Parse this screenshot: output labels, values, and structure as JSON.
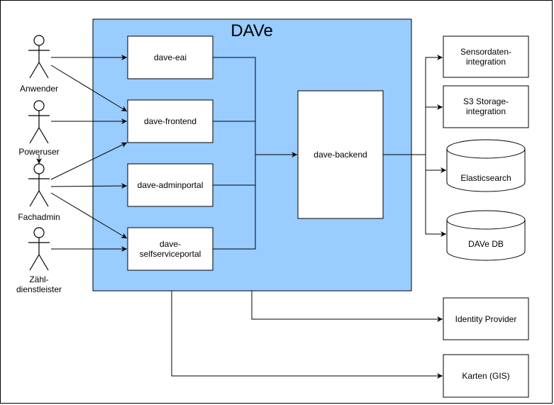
{
  "container": {
    "title": "DAVe",
    "fill": "#99ccff"
  },
  "actors": {
    "anwender": [
      "Anwender"
    ],
    "poweruser": [
      "Poweruser"
    ],
    "fachadmin": [
      "Fachadmin"
    ],
    "zaehl": [
      "Zähl-",
      "dienstleister"
    ]
  },
  "components": {
    "eai": [
      "dave-eai"
    ],
    "frontend": [
      "dave-frontend"
    ],
    "adminportal": [
      "dave-adminportal"
    ],
    "selfservice": [
      "dave-",
      "selfserviceportal"
    ],
    "backend": [
      "dave-backend"
    ]
  },
  "external": {
    "sensordaten": [
      "Sensordaten-",
      "integration"
    ],
    "s3": [
      "S3 Storage-",
      "integration"
    ],
    "elastic": [
      "Elasticsearch"
    ],
    "davedb": [
      "DAVe DB"
    ],
    "idp": [
      "Identity Provider"
    ],
    "karten": [
      "Karten (GIS)"
    ]
  }
}
